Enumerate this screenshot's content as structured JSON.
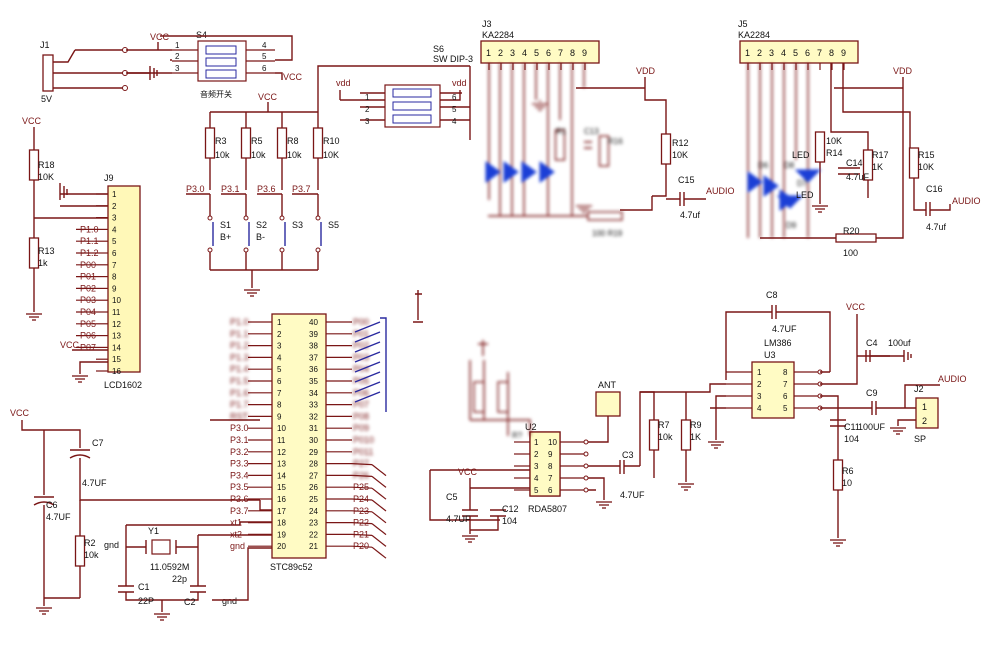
{
  "labels": {
    "j1": "J1",
    "j1_val": "5V",
    "s4": "S4",
    "s4_sub": "音频开关",
    "s6": "S6",
    "s6_val": "SW DIP-3",
    "vcc": "VCC",
    "vdd": "VDD",
    "vdd_small": "vdd",
    "gnd": "gnd",
    "audio": "AUDIO",
    "j9": "J9",
    "lcd": "LCD1602",
    "j3": "J3",
    "j5": "J5",
    "ka2284": "KA2284",
    "u2": "U2",
    "u2_val": "RDA5807",
    "u3": "U3",
    "u3_val": "LM386",
    "mcu": "STC89c52",
    "y1": "Y1",
    "y1_val": "11.0592M",
    "j2": "J2",
    "sp": "SP",
    "ant": "ANT",
    "led": "LED"
  },
  "resistors": {
    "r3": "R3",
    "r5": "R5",
    "r8": "R8",
    "r10": "R10",
    "v10k": "10k",
    "v10K": "10K",
    "v1k": "1k",
    "v1K": "1K",
    "r18": "R18",
    "r13": "R13",
    "r2": "R2",
    "r7": "R7",
    "r9": "R9",
    "r6": "R6",
    "r6_val": "10",
    "r14": "R14",
    "r17": "R17",
    "r15": "R15",
    "r20": "R20",
    "r20_val": "100",
    "r12": "R12",
    "r12_val": "10K"
  },
  "caps": {
    "c1": "C1",
    "c2": "C2",
    "c22p": "22P",
    "c22p_l": "22p",
    "c3": "C3",
    "c4": "C4",
    "c5": "C5",
    "c6": "C6",
    "c7": "C7",
    "c8": "C8",
    "c9": "C9",
    "c11": "C11",
    "c12": "C12",
    "c14": "C14",
    "c15": "C15",
    "c16": "C16",
    "v47": "4.7UF",
    "v47uf": "4.7uf",
    "v47uF": "4.7uF",
    "v104": "104",
    "v100uf": "100uf",
    "v100UF": "100UF"
  },
  "switches": {
    "s1": "S1",
    "s2": "S2",
    "s3": "S3",
    "s5": "S5",
    "b_plus": "B+",
    "b_minus": "B-"
  },
  "ports": {
    "p30": "P3.0",
    "p31": "P3.1",
    "p36": "P3.6",
    "p37": "P3.7",
    "j9_pins": [
      "P1.0",
      "P1.1",
      "P1.2",
      "P00",
      "P01",
      "P02",
      "P03",
      "P04",
      "P05",
      "P06",
      "P07"
    ],
    "mcu_left": [
      "P1.0",
      "P1.1",
      "P1.2",
      "P1.3",
      "P1.4",
      "P1.5",
      "P1.6",
      "P1.7",
      "RST",
      "P3.0",
      "P3.1",
      "P3.2",
      "P3.3",
      "P3.4",
      "P3.5",
      "P3.6",
      "P3.7",
      "xt1",
      "xt2",
      "gnd"
    ],
    "mcu_right_low": [
      "P27",
      "P26",
      "P25",
      "P24",
      "P23",
      "P22",
      "P21",
      "P20"
    ]
  },
  "pin_numbers": {
    "s4": [
      "1",
      "2",
      "3",
      "4",
      "5",
      "6"
    ],
    "s6": [
      "1",
      "2",
      "3",
      "6",
      "5",
      "4"
    ],
    "ka": [
      "1",
      "2",
      "3",
      "4",
      "5",
      "6",
      "7",
      "8",
      "9"
    ],
    "j9": [
      "1",
      "2",
      "3",
      "4",
      "5",
      "6",
      "7",
      "8",
      "9",
      "10",
      "11",
      "12",
      "13",
      "14",
      "15",
      "16"
    ],
    "mcu_l": [
      "1",
      "2",
      "3",
      "4",
      "5",
      "6",
      "7",
      "8",
      "9",
      "10",
      "11",
      "12",
      "13",
      "14",
      "15",
      "16",
      "17",
      "18",
      "19",
      "20"
    ],
    "mcu_r": [
      "40",
      "39",
      "38",
      "37",
      "36",
      "35",
      "34",
      "33",
      "32",
      "31",
      "30",
      "29",
      "28",
      "27",
      "26",
      "25",
      "24",
      "23",
      "22",
      "21"
    ],
    "u2_l": [
      "1",
      "2",
      "3",
      "4",
      "5"
    ],
    "u2_r": [
      "10",
      "9",
      "8",
      "7",
      "6"
    ],
    "u3_l": [
      "1",
      "2",
      "3",
      "4"
    ],
    "u3_r": [
      "8",
      "7",
      "6",
      "5"
    ],
    "j2": [
      "1",
      "2"
    ]
  }
}
